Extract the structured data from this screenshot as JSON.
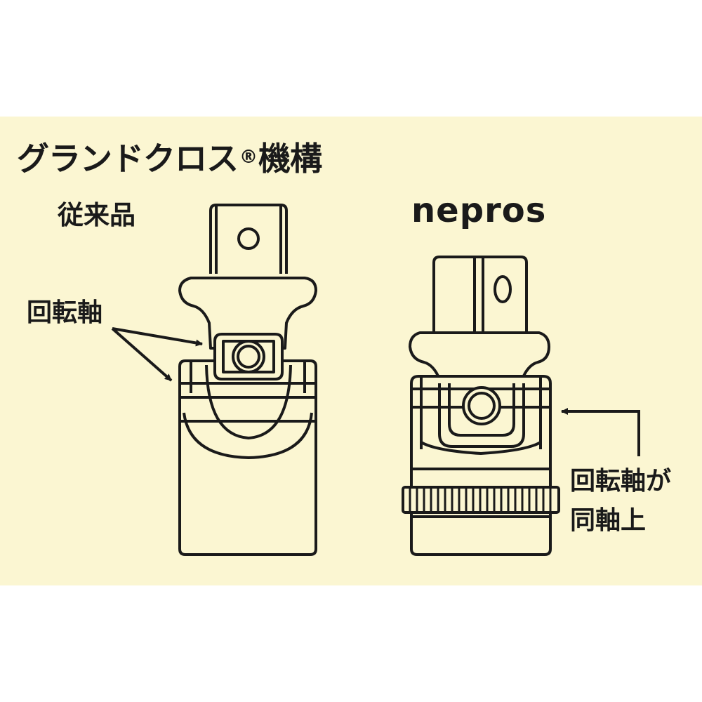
{
  "title": "グランドクロス",
  "title_mark": "®",
  "title_suffix": "機構",
  "left_label": "従来品",
  "right_brand": "nepros",
  "left_callout": "回転軸",
  "right_callout_line1": "回転軸が",
  "right_callout_line2": "同軸上",
  "colors": {
    "panel_background": "#fbf6d2",
    "line": "#1a1a1a",
    "text": "#1a1a1a"
  }
}
